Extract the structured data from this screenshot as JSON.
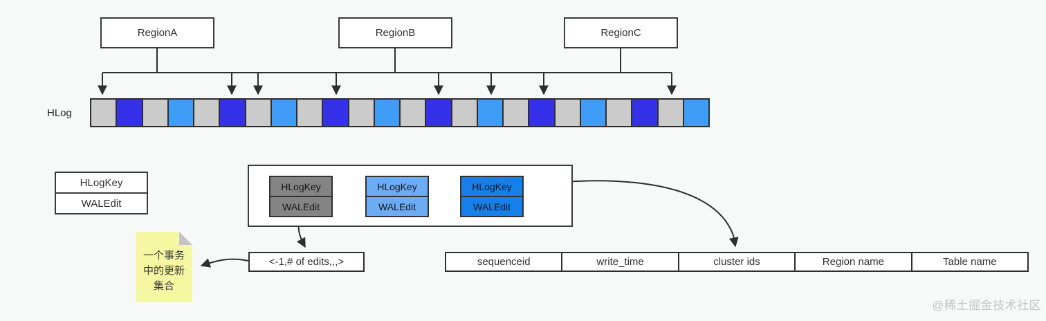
{
  "regions": [
    {
      "label": "RegionA"
    },
    {
      "label": "RegionB"
    },
    {
      "label": "RegionC"
    }
  ],
  "hlog": {
    "label": "HLog",
    "cells": [
      "gray",
      "darkblue",
      "gray",
      "lightblue",
      "gray",
      "darkblue",
      "gray",
      "lightblue",
      "gray",
      "darkblue",
      "gray",
      "lightblue",
      "gray",
      "darkblue",
      "gray",
      "lightblue",
      "gray",
      "darkblue",
      "gray",
      "lightblue",
      "gray",
      "darkblue",
      "gray",
      "lightblue"
    ]
  },
  "colors": {
    "gray": "#cbcbcb",
    "darkblue": "#3431e9",
    "lightblue": "#3f9df8",
    "pair_gray": "#848484",
    "pair_lightblue": "#6cacf4",
    "pair_blue": "#1580ea",
    "line": "#2e2e2e",
    "note_yellow": "#f5f7a2"
  },
  "legend": {
    "top": "HLogKey",
    "bottom": "WALEdit"
  },
  "container_pairs": [
    {
      "top": "HLogKey",
      "bottom": "WALEdit",
      "variant": "pair_gray"
    },
    {
      "top": "HLogKey",
      "bottom": "WALEdit",
      "variant": "pair_lightblue"
    },
    {
      "top": "HLogKey",
      "bottom": "WALEdit",
      "variant": "pair_blue"
    }
  ],
  "note": {
    "lines": [
      "一个事务",
      "中的更新",
      "集合"
    ]
  },
  "edits_box": {
    "label": "<-1,# of edits,,,>"
  },
  "record_fields": [
    "sequenceid",
    "write_time",
    "cluster ids",
    "Region name",
    "Table name"
  ],
  "watermark": {
    "text": "@稀土掘金技术社区"
  }
}
